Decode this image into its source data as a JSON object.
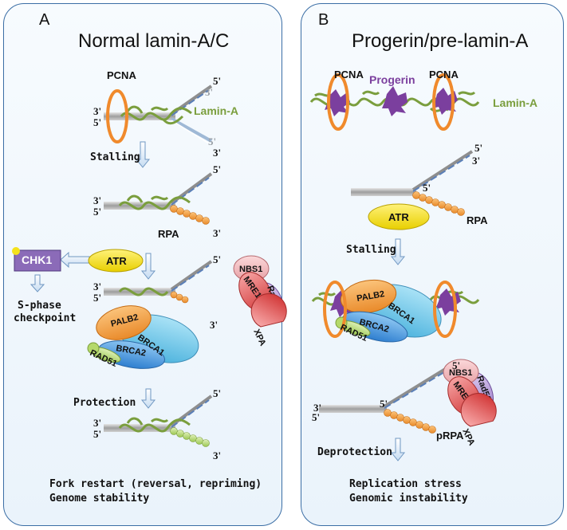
{
  "panel_a": {
    "letter": "A",
    "title": "Normal lamin-A/C",
    "pcna": "PCNA",
    "lamin": "Lamin-A",
    "stalling": "Stalling",
    "rpa": "RPA",
    "atr": "ATR",
    "chk1": "CHK1",
    "s_phase_line1": "S-phase",
    "s_phase_line2": "checkpoint",
    "protection": "Protection",
    "footer_line1": "Fork restart (reversal, repriming)",
    "footer_line2": "Genome stability",
    "primes": {
      "p5": "5'",
      "p3": "3'"
    }
  },
  "panel_b": {
    "letter": "B",
    "title": "Progerin/pre-lamin-A",
    "pcna_left": "PCNA",
    "progerin": "Progerin",
    "pcna_right": "PCNA",
    "lamin": "Lamin-A",
    "atr": "ATR",
    "rpa": "RPA",
    "stalling": "Stalling",
    "prpa": "pRPA",
    "deprotection": "Deprotection",
    "footer_line1": "Replication stress",
    "footer_line2": "Genomic instability",
    "primes": {
      "p5": "5'",
      "p3": "3'"
    }
  },
  "proteins": {
    "palb2": "PALB2",
    "brca1": "BRCA1",
    "brca2": "BRCA2",
    "rad51": "RAD51",
    "nbs1": "NBS1",
    "mre11": "MRE11",
    "rad50": "Rad50",
    "xpa": "XPA"
  },
  "colors": {
    "border": "#3b6ea5",
    "lamin_green": "#7a9e3d",
    "pcna_orange": "#f08a2c",
    "atr_yellow": "#f5e21b",
    "chk1_purple": "#8b6bb8",
    "progerin_purple": "#7b3f9e",
    "palb2_orange": "#f5a04a",
    "brca1_blue": "#6fc6e8",
    "brca2_blue": "#4a9de0",
    "rad51_green": "#b5d96b",
    "nbs1_pink": "#f2b8bb",
    "mre11_red": "#e05b5b",
    "rad50_purple": "#b89bd6",
    "xpa_red": "#e04848"
  }
}
